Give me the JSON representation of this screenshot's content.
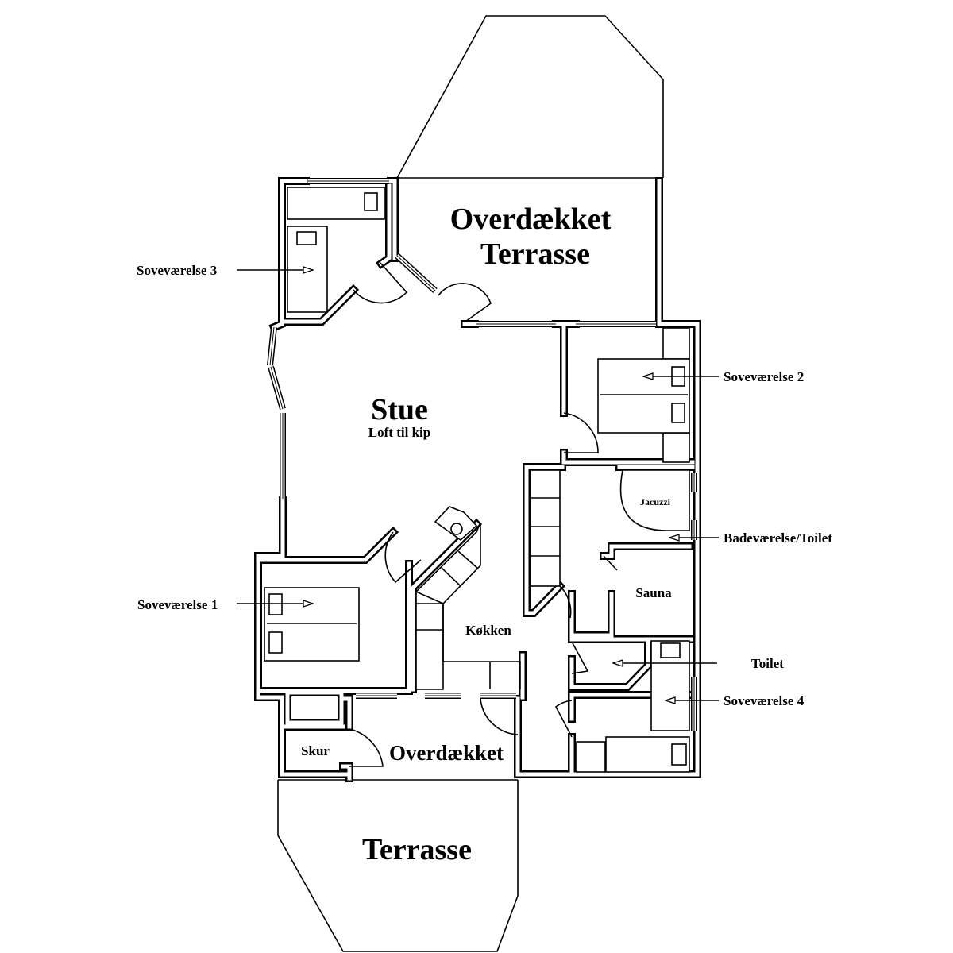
{
  "rooms": {
    "covered_terrace_top_line1": "Overdækket",
    "covered_terrace_top_line2": "Terrasse",
    "living_room": "Stue",
    "living_room_note": "Loft til kip",
    "kitchen": "Køkken",
    "sauna": "Sauna",
    "jacuzzi": "Jacuzzi",
    "shed": "Skur",
    "covered_bottom": "Overdækket",
    "terrace_bottom": "Terrasse"
  },
  "callouts": {
    "bedroom3": "Soveværelse 3",
    "bedroom2": "Soveværelse 2",
    "bathroom": "Badeværelse/Toilet",
    "bedroom1": "Soveværelse 1",
    "toilet": "Toilet",
    "bedroom4": "Soveværelse 4"
  }
}
